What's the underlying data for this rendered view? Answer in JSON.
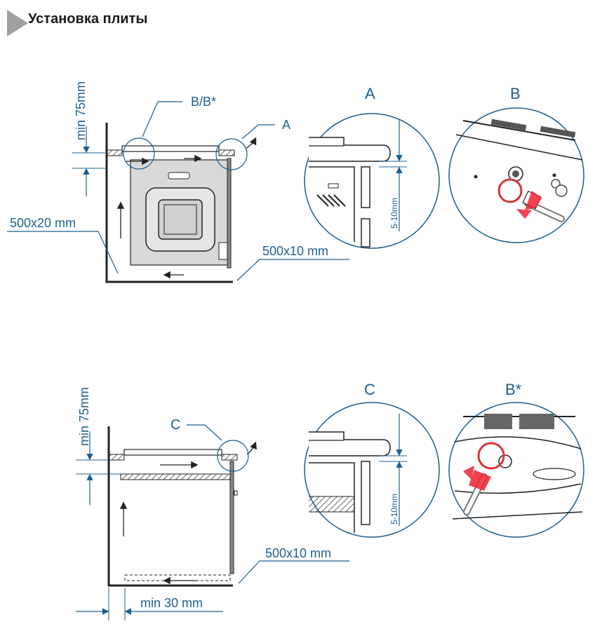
{
  "title": "Установка плиты",
  "colors": {
    "accent": "#1e5f8c",
    "line": "#222222",
    "panel": "#d9d9d9"
  },
  "top": {
    "min75": "min 75mm",
    "bb": "B/B*",
    "a": "A",
    "vent_left": "500x20 mm",
    "vent_right": "500x10 mm",
    "detail_a_title": "A",
    "detail_a_dim": "5-10mm",
    "detail_b_title": "B"
  },
  "bottom": {
    "min75": "min 75mm",
    "c": "C",
    "vent_right": "500x10 mm",
    "min30": "min 30 mm",
    "detail_c_title": "C",
    "detail_c_dim": "5-10mm",
    "detail_bstar_title": "B*"
  }
}
